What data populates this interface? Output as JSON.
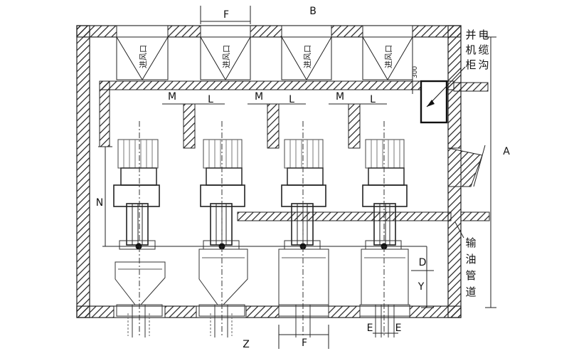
{
  "dimension_labels": {
    "A": "A",
    "B": "B",
    "F": "F",
    "F_bottom": "F",
    "M": "M",
    "L": "L",
    "N": "N",
    "D": "D",
    "Y": "Y",
    "Z": "Z",
    "E": "E"
  },
  "air_inlet_label": "进风口",
  "cable_trench_label": [
    "并",
    "机",
    "柜",
    "电",
    "缆",
    "沟"
  ],
  "oil_pipe_label": [
    "输",
    "油",
    "管",
    "道"
  ],
  "offset_300": "300"
}
